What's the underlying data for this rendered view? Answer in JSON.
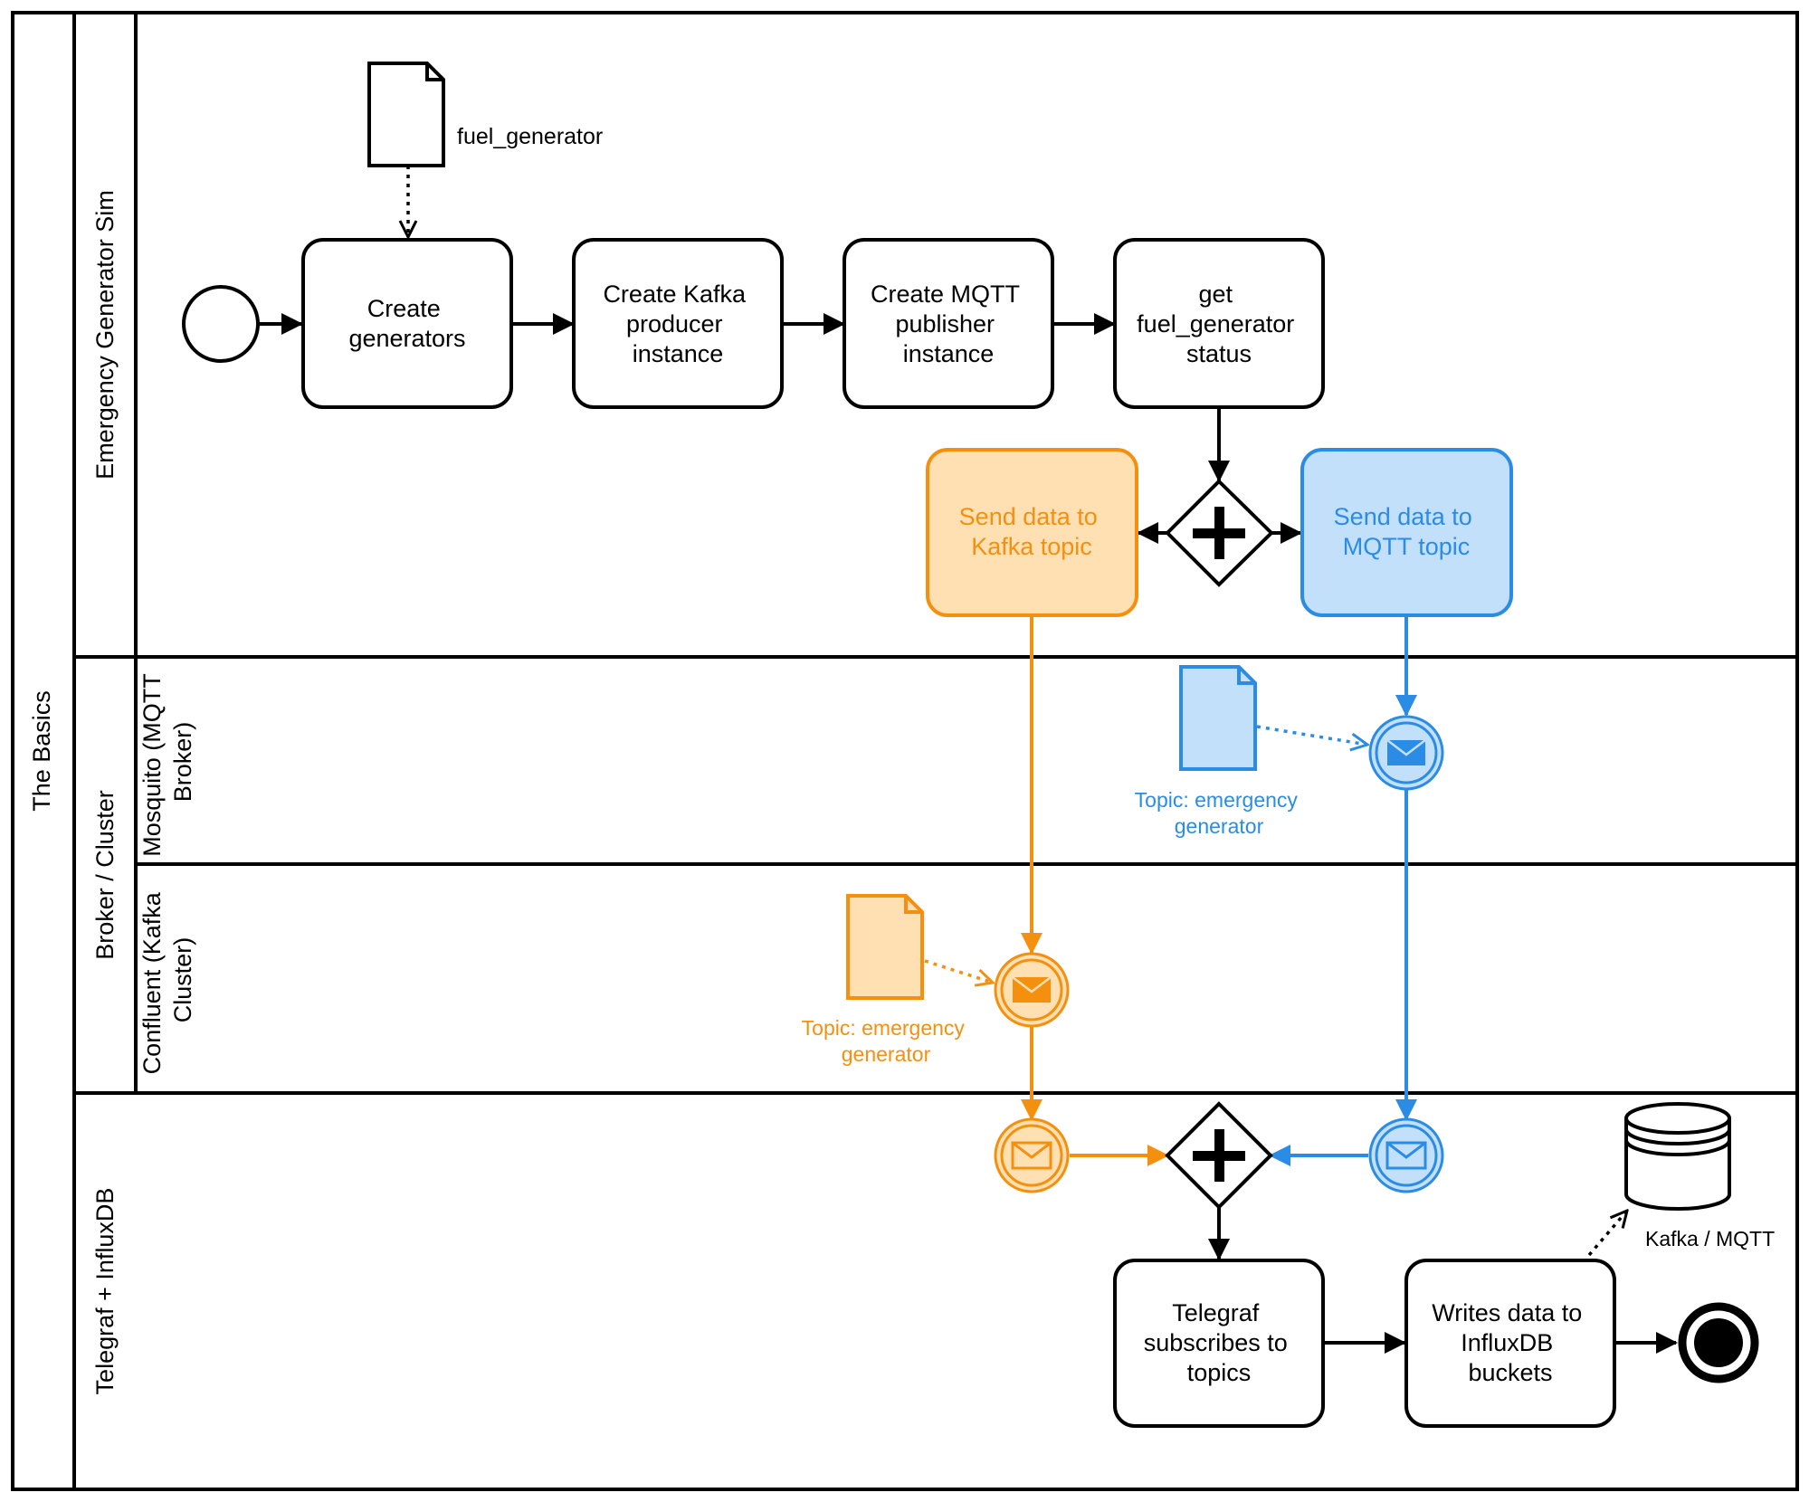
{
  "pool": {
    "label": "The Basics"
  },
  "lanes": {
    "emergency": "Emergency Generator Sim",
    "broker": "Broker / Cluster",
    "mosquitto": [
      "Mosquito (MQTT",
      "Broker)"
    ],
    "confluent": [
      "Confluent (Kafka",
      "Cluster)"
    ],
    "telegraf": "Telegraf + InfluxDB"
  },
  "data_objects": {
    "fuel_generator": "fuel_generator",
    "mqtt_topic": [
      "Topic: emergency",
      "generator"
    ],
    "kafka_topic": [
      "Topic: emergency",
      "generator"
    ],
    "datastore": "Kafka / MQTT"
  },
  "tasks": {
    "create_generators": [
      "Create",
      "generators"
    ],
    "create_kafka_producer": [
      "Create Kafka",
      "producer",
      "instance"
    ],
    "create_mqtt_publisher": [
      "Create MQTT",
      "publisher",
      "instance"
    ],
    "get_status": [
      "get",
      "fuel_generator",
      "status"
    ],
    "send_kafka": [
      "Send data to",
      "Kafka topic"
    ],
    "send_mqtt": [
      "Send data to",
      "MQTT topic"
    ],
    "telegraf_subscribe": [
      "Telegraf",
      "subscribes to",
      "topics"
    ],
    "write_influx": [
      "Writes data to",
      "InfluxDB",
      "buckets"
    ]
  },
  "colors": {
    "line": "#000000",
    "orange": "#F5900F",
    "orange_fill": "#FFE0B3",
    "blue": "#2B8CE6",
    "blue_fill": "#C2E0FA"
  }
}
